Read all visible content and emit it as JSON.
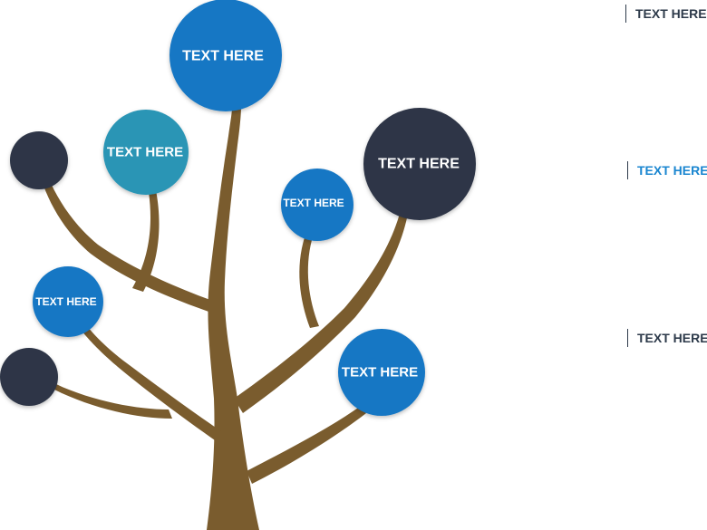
{
  "colors": {
    "trunk": "#7a5c2e",
    "blue": "#1677c4",
    "teal": "#2a95b5",
    "navy": "#2d3646",
    "label_dark": "#2d3a4a",
    "label_accent": "#1a86d0"
  },
  "bubbles": [
    {
      "text": "TEXT HERE",
      "color": "blue"
    },
    {
      "text": "TEXT HERE",
      "color": "teal"
    },
    {
      "text": "",
      "color": "navy"
    },
    {
      "text": "TEXT HERE",
      "color": "navy"
    },
    {
      "text": "TEXT HERE",
      "color": "blue"
    },
    {
      "text": "TEXT HERE",
      "color": "blue"
    },
    {
      "text": "",
      "color": "navy"
    },
    {
      "text": "TEXT HERE",
      "color": "blue"
    }
  ],
  "side_labels": [
    {
      "text": "TEXT HERE",
      "color": "label_dark"
    },
    {
      "text": "TEXT HERE",
      "color": "label_accent"
    },
    {
      "text": "TEXT HERE",
      "color": "label_dark"
    }
  ]
}
